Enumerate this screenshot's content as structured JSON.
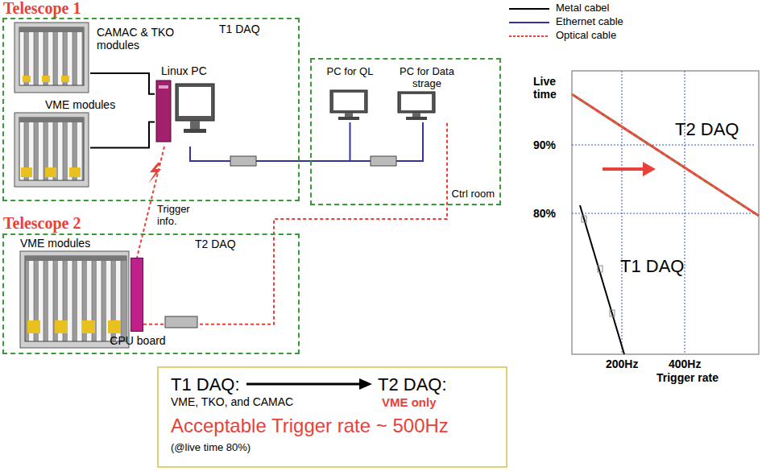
{
  "diagram": {
    "nodes": [
      {
        "text": [
          "Telescope 1",
          "T1 DAQ"
        ]
      },
      {
        "text": [
          "CAMAC & TKO modules"
        ],
        "in": 0
      },
      {
        "text": [
          "VME modules"
        ],
        "in": 0
      },
      {
        "text": [
          "Linux PC"
        ],
        "in": 0
      },
      {
        "text": [
          "Ctrl room"
        ]
      },
      {
        "text": [
          "PC for QL"
        ],
        "in": 4
      },
      {
        "text": [
          "PC for Data strage"
        ],
        "in": 4
      },
      {
        "text": [
          "Telescope 2",
          "T2 DAQ"
        ]
      },
      {
        "text": [
          "VME modules"
        ],
        "in": 7
      },
      {
        "text": [
          "CPU board"
        ],
        "in": 7
      },
      {
        "text": [
          "T1 DAQ:",
          "VME, TKO, and CAMAC",
          "T2 DAQ:",
          "VME only",
          "Acceptable Trigger rate ~ 500Hz",
          "(@live time 80%)"
        ]
      }
    ],
    "edges": [
      {
        "from": 3,
        "to": 1,
        "arrow": "none"
      },
      {
        "from": 3,
        "to": 2,
        "arrow": "none"
      },
      {
        "from": 3,
        "to": 5,
        "arrow": "none"
      },
      {
        "from": 3,
        "to": 6,
        "arrow": "none"
      },
      {
        "from": 9,
        "to": 6,
        "arrow": "none"
      },
      {
        "from": 3,
        "to": 9,
        "label": "Trigger info.",
        "arrow": "none"
      }
    ],
    "labels": [
      "Live time",
      "90%",
      "80%",
      "T2 DAQ",
      "T1 DAQ",
      "200Hz",
      "400Hz",
      "Trigger rate"
    ],
    "legend": [
      {
        "text": "Metal cabel"
      },
      {
        "text": "Ethernet cable"
      },
      {
        "text": "Optical cable"
      }
    ]
  }
}
